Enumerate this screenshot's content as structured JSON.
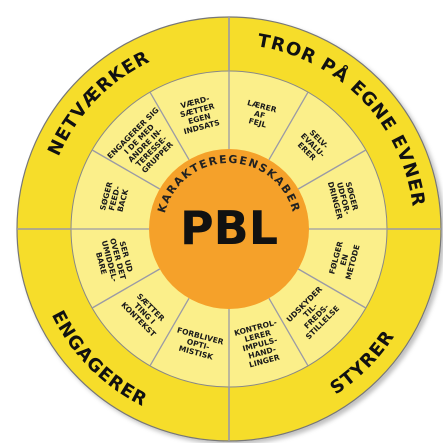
{
  "center": {
    "title": "PBL",
    "ring_text": "KARAKTEREGENSKABER"
  },
  "colors": {
    "outer_ring": "#f6dd2b",
    "inner_ring": "#fbef8a",
    "center": "#f5a12a",
    "divider": "#9a9aa6",
    "outline": "#777777"
  },
  "categories": [
    {
      "id": "tror",
      "label": "TROR PÅ EGNE EVNER"
    },
    {
      "id": "styrer",
      "label": "STYRER"
    },
    {
      "id": "engagerer",
      "label": "ENGAGERER"
    },
    {
      "id": "netvaerker",
      "label": "NETVÆRKER"
    }
  ],
  "segments": [
    {
      "id": "laerer-af-fejl",
      "lines": [
        "LÆRER",
        "AF",
        "FEJL"
      ]
    },
    {
      "id": "selvevaluerer",
      "lines": [
        "SELV-",
        "EVALU-",
        "ERER"
      ]
    },
    {
      "id": "soeger-udfordringer",
      "lines": [
        "SØGER",
        "UDFOR-",
        "DRINGER"
      ]
    },
    {
      "id": "foelger-en-metode",
      "lines": [
        "FØLGER",
        "EN",
        "METODE"
      ]
    },
    {
      "id": "udvikler-tilfredsstillelse",
      "lines": [
        "UDSKYDER",
        "TIL-",
        "FREDS-",
        "STILLELSE"
      ]
    },
    {
      "id": "kontrollerer-impulshandlinger",
      "lines": [
        "KONTROL-",
        "LERER",
        "IMPULS-",
        "HAND-",
        "LINGER"
      ]
    },
    {
      "id": "forbliver-optimistisk",
      "lines": [
        "FORBLIVER",
        "OPTI-",
        "MISTISK"
      ]
    },
    {
      "id": "saetter-ting-i-kontekst",
      "lines": [
        "SÆTTER",
        "TING I",
        "KONTEKST"
      ]
    },
    {
      "id": "ser-ud-over-det-umiddelbare",
      "lines": [
        "SER UD",
        "OVER DET",
        "UMIDDEL-",
        "BARE"
      ]
    },
    {
      "id": "soeger-feedback",
      "lines": [
        "SØGER",
        "FEED-",
        "BACK"
      ]
    },
    {
      "id": "engagerer-sig",
      "lines": [
        "ENGAGERER SIG",
        "I DE MED",
        "ANDRE IN-",
        "TERESSE-",
        "GRUPPER"
      ]
    },
    {
      "id": "vaerdsaetter-egen-indsats",
      "lines": [
        "VÆRD-",
        "SÆTTER",
        "EGEN",
        "INDSATS"
      ]
    }
  ]
}
